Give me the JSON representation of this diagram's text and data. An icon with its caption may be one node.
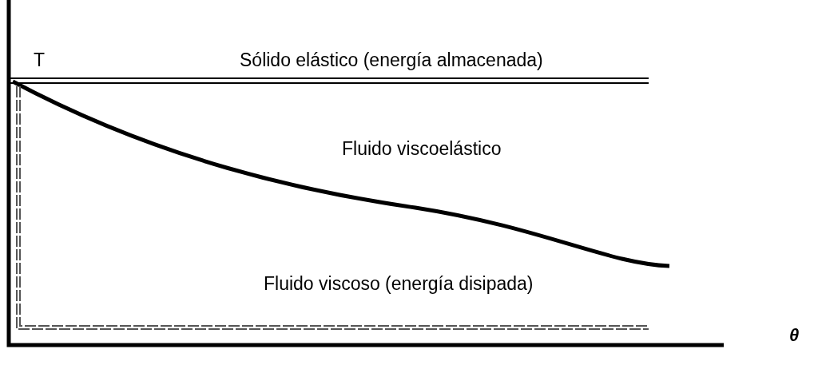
{
  "diagram": {
    "labels": [
      "T",
      "Sólido elástico (energía almacenada)",
      "Fluido viscoelástico",
      "Fluido viscoso (energía disipada)",
      "θ"
    ]
  }
}
